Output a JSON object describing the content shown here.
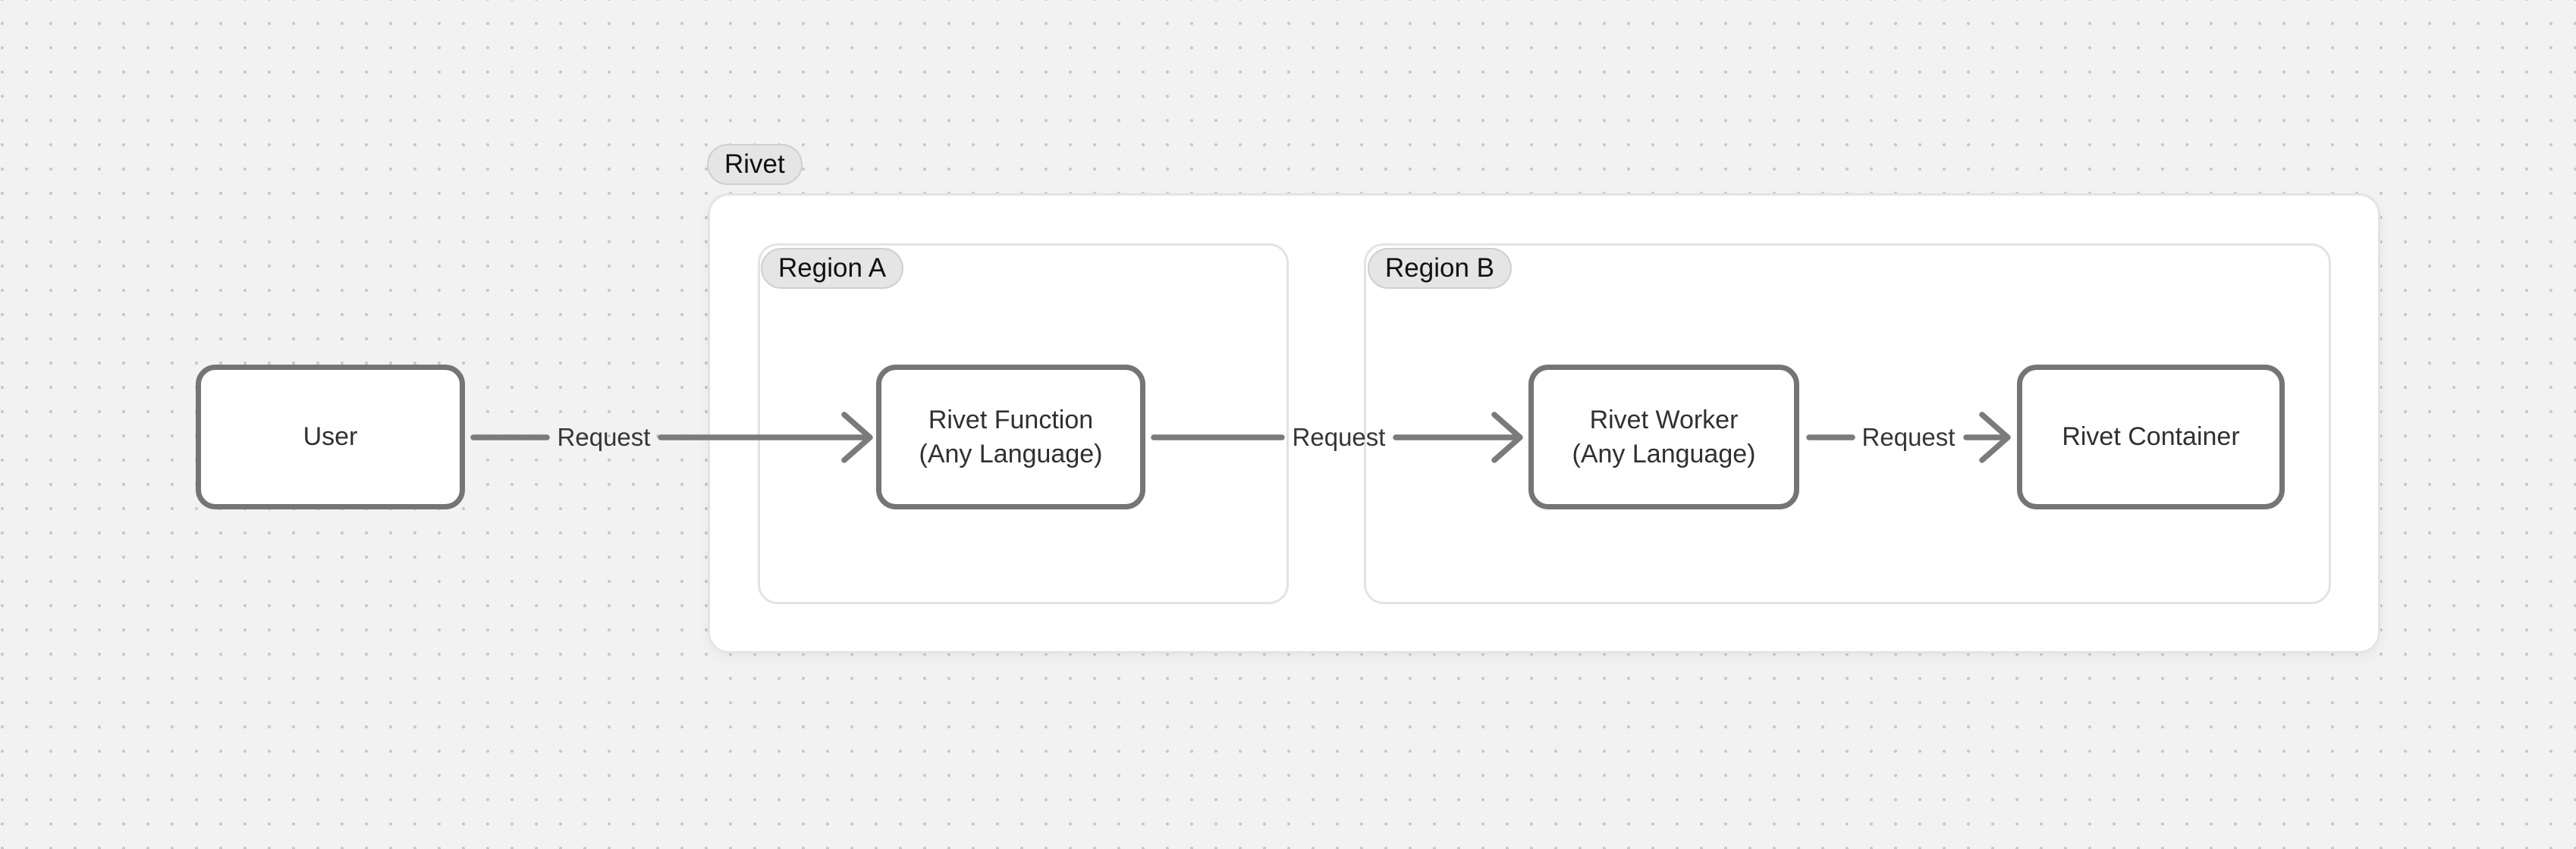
{
  "colors": {
    "background": "#f2f2f2",
    "dot": "#c7c7c7",
    "container_bg": "#ffffff",
    "container_border": "#e4e4e4",
    "region_border": "#e3e3e3",
    "pill_bg": "#e5e5e5",
    "pill_border": "#cfcfcf",
    "pill_text": "#111111",
    "node_bg": "#ffffff",
    "node_border": "#757575",
    "node_text": "#303030",
    "edge": "#7b7b7b",
    "edge_label_text": "#363636"
  },
  "groups": {
    "rivet": {
      "label": "Rivet"
    },
    "region_a": {
      "label": "Region A"
    },
    "region_b": {
      "label": "Region B"
    }
  },
  "nodes": [
    {
      "id": "user",
      "label": "User"
    },
    {
      "id": "rivet-function",
      "label": "Rivet Function",
      "sublabel": "(Any Language)"
    },
    {
      "id": "rivet-worker",
      "label": "Rivet Worker",
      "sublabel": "(Any Language)"
    },
    {
      "id": "rivet-container",
      "label": "Rivet Container"
    }
  ],
  "edges": [
    {
      "from": "user",
      "to": "rivet-function",
      "label": "Request"
    },
    {
      "from": "rivet-function",
      "to": "rivet-worker",
      "label": "Request"
    },
    {
      "from": "rivet-worker",
      "to": "rivet-container",
      "label": "Request"
    }
  ]
}
